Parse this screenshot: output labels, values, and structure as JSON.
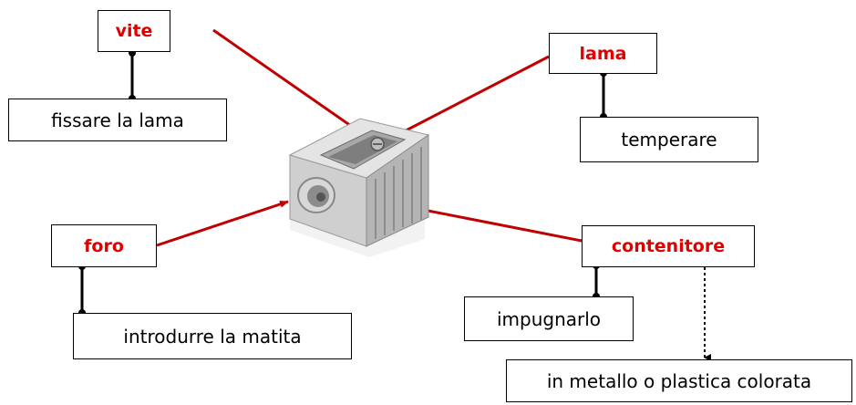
{
  "diagram": {
    "parts": [
      {
        "id": "vite",
        "label": "vite",
        "function": "fissare la lama"
      },
      {
        "id": "lama",
        "label": "lama",
        "function": "temperare"
      },
      {
        "id": "foro",
        "label": "foro",
        "function": "introdurre la matita"
      },
      {
        "id": "contenitore",
        "label": "contenitore",
        "function": "impugnarlo",
        "property": "in metallo o plastica colorata"
      }
    ],
    "colors": {
      "part_label": "#e00000",
      "arrow": "#c00000",
      "connector": "#000000"
    },
    "image": {
      "subject": "pencil-sharpener"
    }
  }
}
